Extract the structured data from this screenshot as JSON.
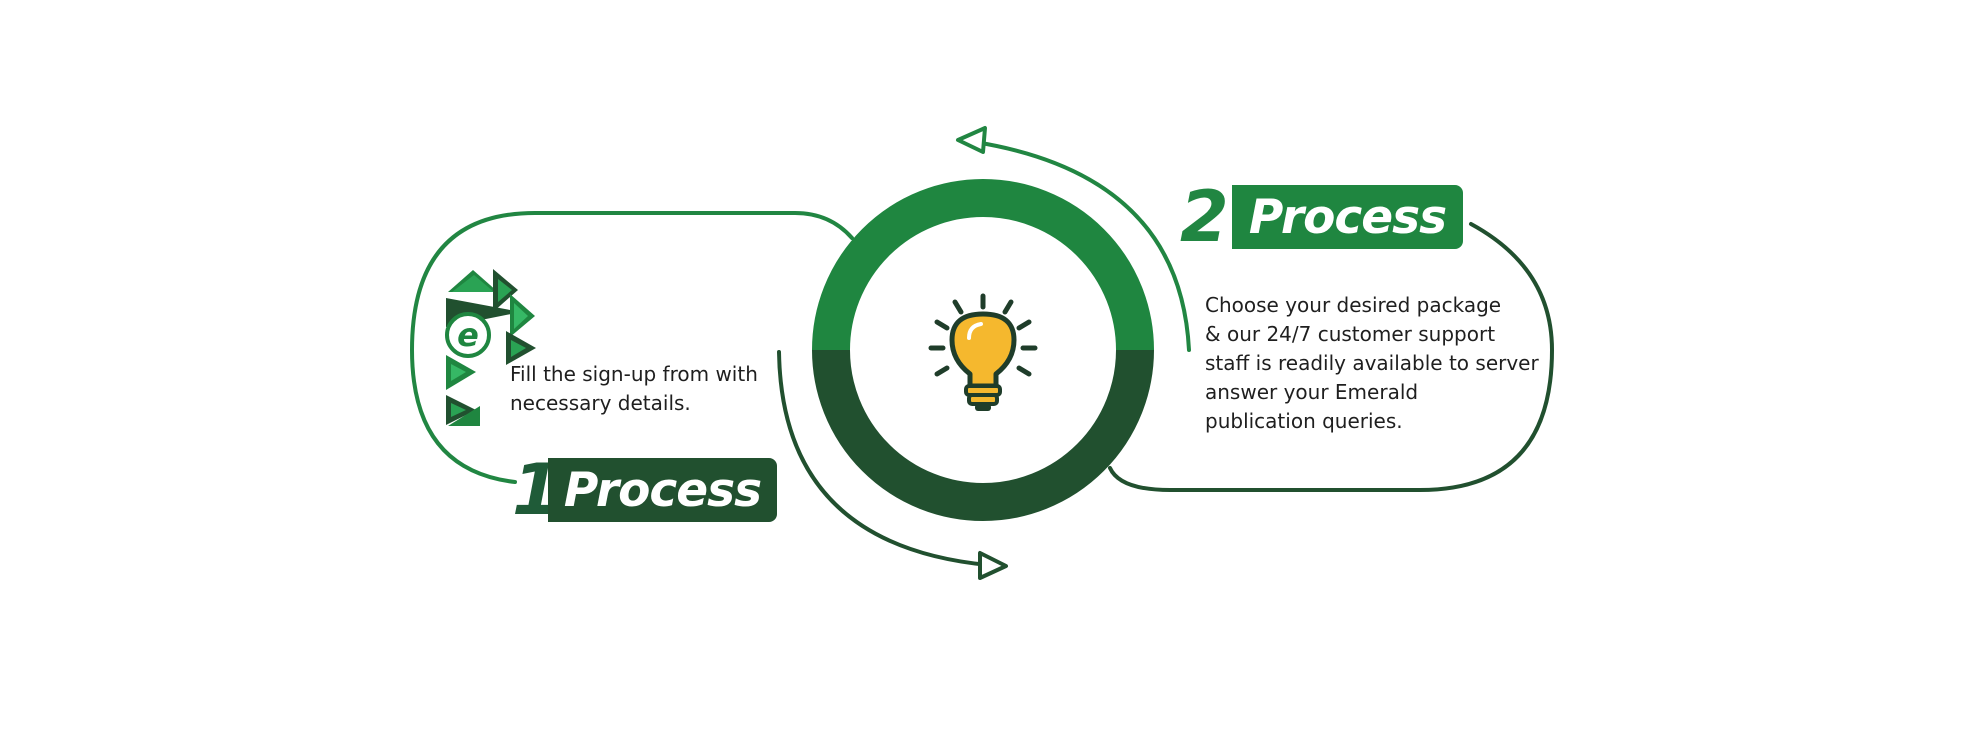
{
  "steps": [
    {
      "number": "1",
      "label": "Process",
      "description_lines": [
        "Fill the sign-up from with",
        "necessary details."
      ]
    },
    {
      "number": "2",
      "label": "Process",
      "description_lines": [
        "Choose your desired package",
        "& our 24/7 customer support",
        "staff is readily available to server",
        "answer your Emerald",
        "publication queries."
      ]
    }
  ],
  "center_icon": "lightbulb-icon",
  "logo_icon": "emerald-triangle-logo-icon",
  "colors": {
    "light_green": "#1f8640",
    "dark_green": "#21502f",
    "bulb_yellow": "#f5b82e",
    "outline": "#1f3d2a"
  }
}
